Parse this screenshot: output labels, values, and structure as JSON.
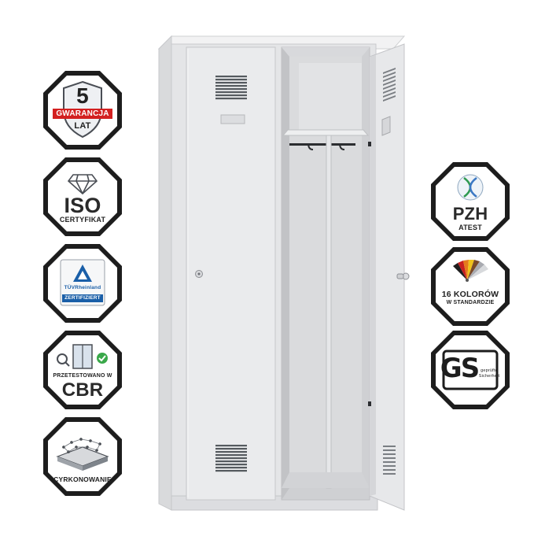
{
  "badges_left": [
    {
      "id": "warranty",
      "number": "5",
      "ribbon": "GWARANCJA",
      "sub": "LAT"
    },
    {
      "id": "iso",
      "title": "ISO",
      "sub": "CERTYFIKAT"
    },
    {
      "id": "tuv",
      "brand": "TÜVRheinland",
      "sub": "ZERTIFIZIERT"
    },
    {
      "id": "cbr",
      "small": "PRZETESTOWANO W",
      "title": "CBR"
    },
    {
      "id": "galvanized",
      "sub": "CYRKONOWANIE"
    }
  ],
  "badges_right": [
    {
      "id": "pzh",
      "title": "PZH",
      "sub": "ATEST"
    },
    {
      "id": "colors",
      "title": "16 KOLORÓW",
      "sub": "W STANDARDZIE"
    },
    {
      "id": "gs",
      "title": "GS",
      "line1": "geprüfte",
      "line2": "Sicherheit"
    }
  ],
  "colors": {
    "badge_border": "#1d1d1d",
    "ribbon": "#d32020",
    "tuv_blue": "#1a5fa8",
    "pzh_green": "#2f9a50",
    "cbr_check": "#3aa84a",
    "locker_body": "#e6e7e9",
    "locker_shadow": "#c9cacd"
  }
}
